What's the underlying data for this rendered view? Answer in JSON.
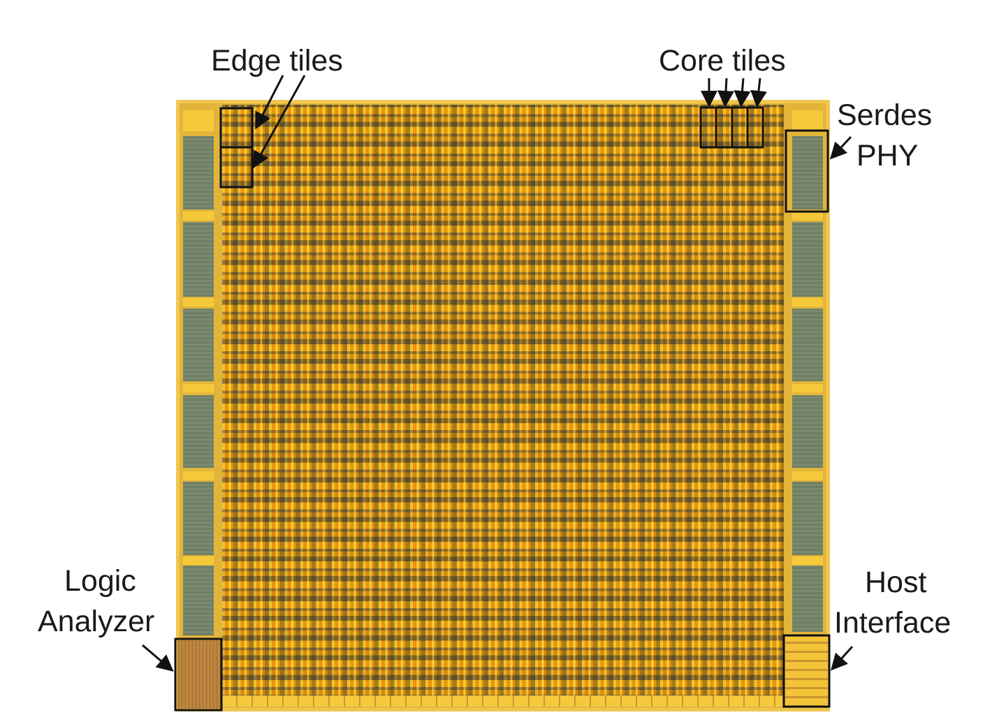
{
  "labels": {
    "edge_tiles": "Edge tiles",
    "core_tiles": "Core tiles",
    "serdes_line1": "Serdes",
    "serdes_line2": "PHY",
    "logic_line1": "Logic",
    "logic_line2": "Analyzer",
    "host_line1": "Host",
    "host_line2": "Interface"
  },
  "colors": {
    "die": "#e2b53a",
    "phy": "#6f7f66",
    "annotation": "#111111"
  }
}
